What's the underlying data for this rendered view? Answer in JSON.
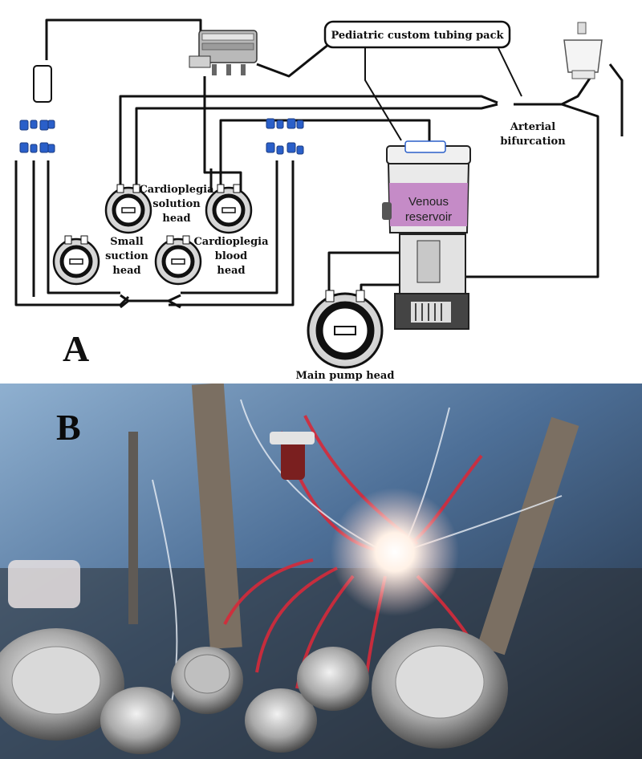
{
  "panel_a": {
    "label": "A",
    "tubing_pack": "Pediatric custom tubing pack",
    "arterial_line1": "Arterial",
    "arterial_line2": "bifurcation",
    "cardio_solution": [
      "Cardioplegia",
      "solution",
      "head"
    ],
    "small_suction": [
      "Small",
      "suction",
      "head"
    ],
    "cardio_blood": [
      "Cardioplegia",
      "blood",
      "head"
    ],
    "venous_line1": "Venous",
    "venous_line2": "reservoir",
    "main_pump": "Main pump head"
  },
  "panel_b": {
    "label": "B"
  },
  "colors": {
    "line": "#111111",
    "connector_blue": "#2a5fc9",
    "reservoir_fluid": "#c58bc7",
    "photo_drape": "#5b7fa8",
    "photo_tube_red": "#d62a3a"
  }
}
